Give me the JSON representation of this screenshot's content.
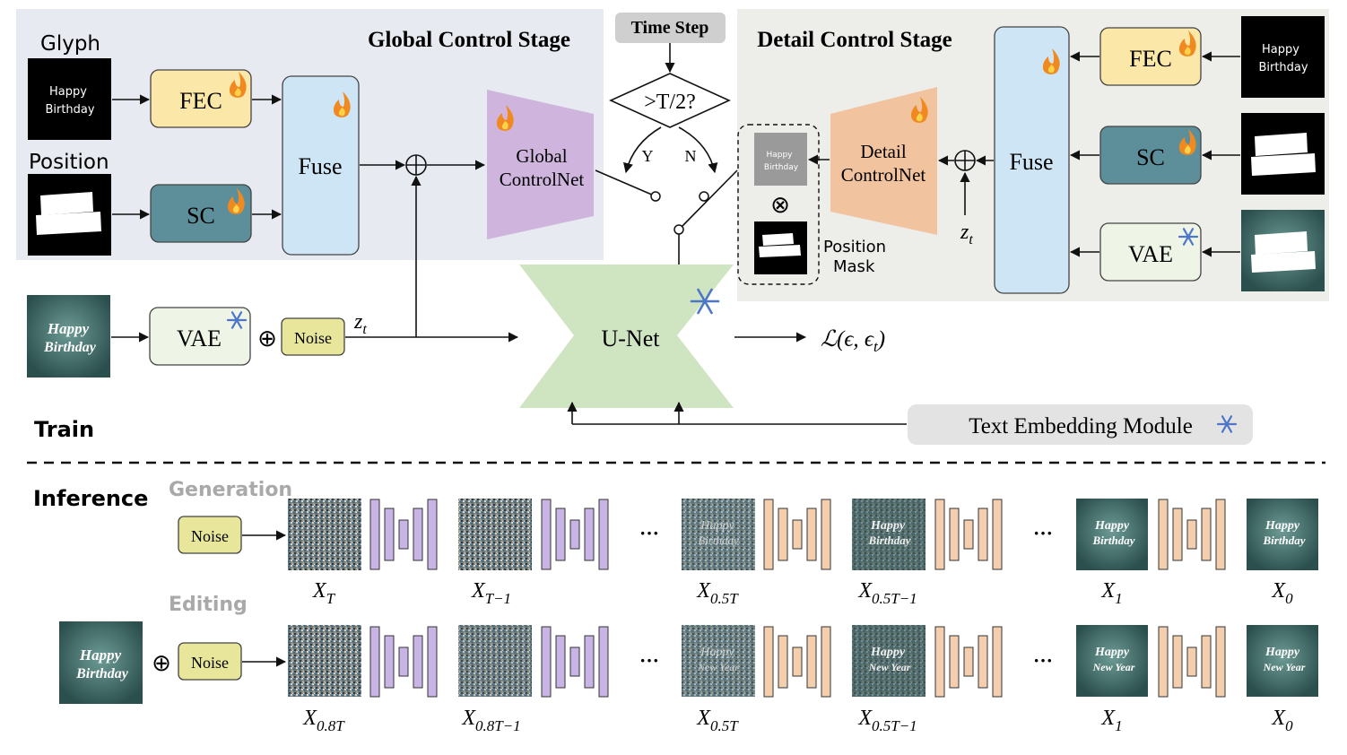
{
  "colors": {
    "global_bg": "#e8eaf1",
    "detail_bg": "#ededea",
    "fec_fill": "#fbe7a7",
    "sc_fill": "#5d8f9b",
    "fuse_fill": "#cde5f4",
    "vae_fill": "#eef4e6",
    "noise_fill": "#e7e69a",
    "global_cn": "#cfb5dd",
    "detail_cn": "#f1c39f",
    "unet": "#cfe4c0",
    "text_embed": "#e3e3e3",
    "purple_bar": "#c9b4e6",
    "orange_bar": "#f3cfaf",
    "fire": "#f08a20",
    "snow": "#4d76c8"
  },
  "labels": {
    "glyph": "Glyph",
    "position": "Position",
    "glyph_text_line1": "Happy",
    "glyph_text_line2": "Birthday",
    "global_stage": "Global Control Stage",
    "detail_stage": "Detail Control Stage",
    "time_step": "Time Step",
    "decision": ">T/2?",
    "yes": "Y",
    "no": "N",
    "fec": "FEC",
    "sc": "SC",
    "fuse": "Fuse",
    "vae": "VAE",
    "noise": "Noise",
    "global_cn_line1": "Global",
    "global_cn_line2": "ControlNet",
    "detail_cn_line1": "Detail",
    "detail_cn_line2": "ControlNet",
    "unet": "U-Net",
    "loss": "ℒ(ϵ, ϵ",
    "loss_sub": "t",
    "loss_end": ")",
    "zt": "z",
    "zt_sub": "t",
    "position_mask_line1": "Position",
    "position_mask_line2": "Mask",
    "text_embedding": "Text Embedding Module",
    "train": "Train",
    "inference": "Inference",
    "generation": "Generation",
    "editing": "Editing",
    "dots": "···",
    "otimes": "⊗",
    "oplus": "⊕",
    "mini_happy": "Happy",
    "mini_birthday": "Birthday",
    "img_happy": "Happy",
    "img_birthday": "Birthday",
    "img_new_year": "New Year"
  },
  "inference": {
    "generation_labels": [
      {
        "base": "X",
        "sub": "T"
      },
      {
        "base": "X",
        "sub": "T−1"
      },
      {
        "base": "X",
        "sub": "0.5T"
      },
      {
        "base": "X",
        "sub": "0.5T−1"
      },
      {
        "base": "X",
        "sub": "1"
      },
      {
        "base": "X",
        "sub": "0"
      }
    ],
    "editing_labels": [
      {
        "base": "X",
        "sub": "0.8T"
      },
      {
        "base": "X",
        "sub": "0.8T−1"
      },
      {
        "base": "X",
        "sub": "0.5T"
      },
      {
        "base": "X",
        "sub": "0.5T−1"
      },
      {
        "base": "X",
        "sub": "1"
      },
      {
        "base": "X",
        "sub": "0"
      }
    ]
  }
}
